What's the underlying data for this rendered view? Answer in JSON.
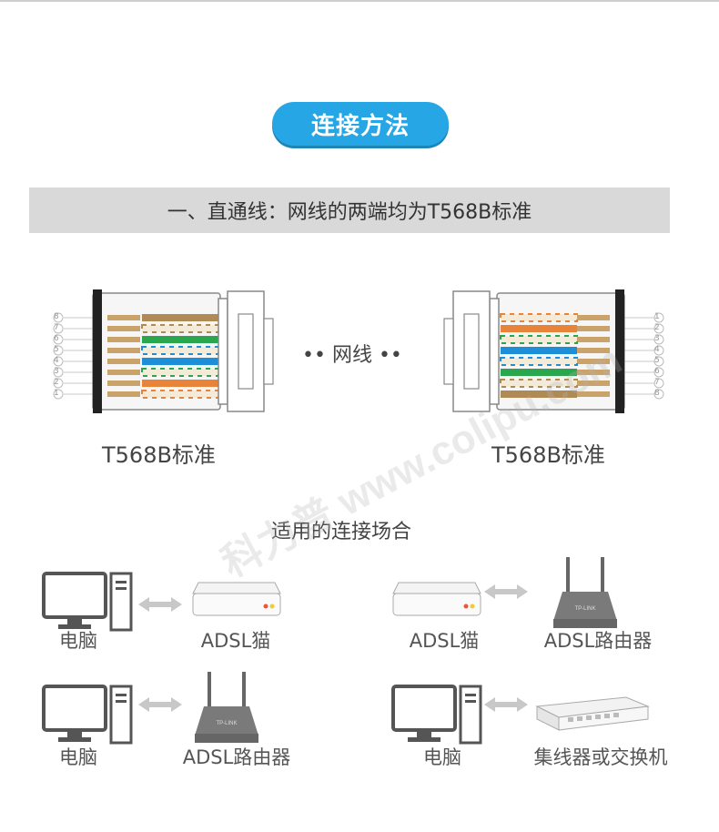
{
  "title": "连接方法",
  "banner": "一、直通线：网线的两端均为T568B标准",
  "connectors": {
    "left_label": "T568B标准",
    "right_label": "T568B标准",
    "middle_label": "•• 网线 ••",
    "left_pins": [
      "8",
      "7",
      "6",
      "5",
      "4",
      "3",
      "2",
      "1"
    ],
    "right_pins": [
      "1",
      "2",
      "3",
      "4",
      "5",
      "6",
      "7",
      "8"
    ]
  },
  "wire_colors": {
    "orange": "#e8833a",
    "green": "#2aa64e",
    "blue": "#1e8fd6",
    "brown": "#b08a55",
    "pale": "#f3ead8"
  },
  "scenarios_title": "适用的连接场合",
  "scenarios": [
    {
      "left_device": "电脑",
      "left_icon": "pc-icon",
      "right_device": "ADSL猫",
      "right_icon": "modem-icon"
    },
    {
      "left_device": "ADSL猫",
      "left_icon": "modem-icon",
      "right_device": "ADSL路由器",
      "right_icon": "router-icon"
    },
    {
      "left_device": "电脑",
      "left_icon": "pc-icon",
      "right_device": "ADSL路由器",
      "right_icon": "router-icon"
    },
    {
      "left_device": "电脑",
      "left_icon": "pc-icon",
      "right_device": "集线器或交换机",
      "right_icon": "switch-icon"
    }
  ],
  "watermark": "科力普 www.colipu.com"
}
